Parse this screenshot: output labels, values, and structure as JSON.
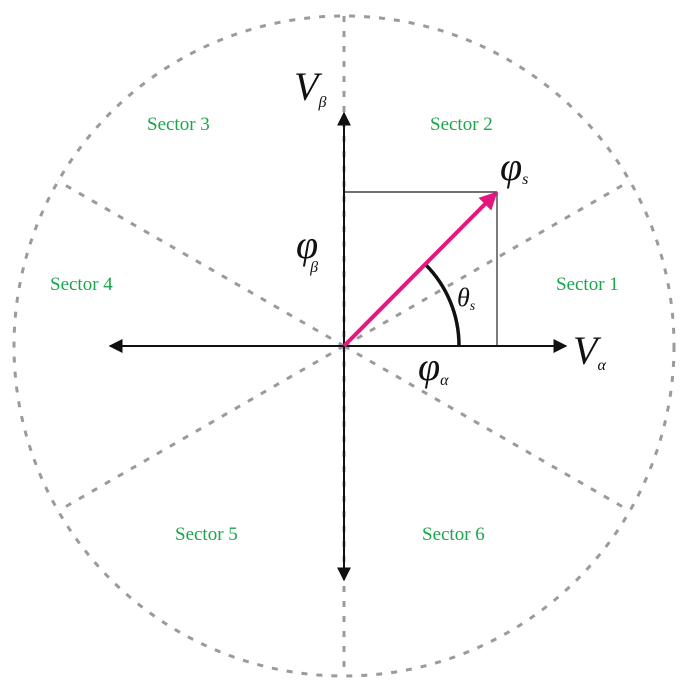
{
  "colors": {
    "sector_text": "#1aa64b",
    "vector": "#e6157f",
    "axis": "#111111",
    "dashed": "#9b9b9b",
    "projection": "#444444"
  },
  "sectors": [
    {
      "label": "Sector 1"
    },
    {
      "label": "Sector 2"
    },
    {
      "label": "Sector 3"
    },
    {
      "label": "Sector 4"
    },
    {
      "label": "Sector 5"
    },
    {
      "label": "Sector 6"
    }
  ],
  "symbols": {
    "v_alpha": {
      "base": "V",
      "sub": "α"
    },
    "v_beta": {
      "base": "V",
      "sub": "β"
    },
    "phi_s": {
      "base": "φ",
      "sub": "s"
    },
    "phi_alpha": {
      "base": "φ",
      "sub": "α"
    },
    "phi_beta": {
      "base": "φ",
      "sub": "β"
    },
    "theta_s": {
      "base": "θ",
      "sub": "s"
    }
  }
}
